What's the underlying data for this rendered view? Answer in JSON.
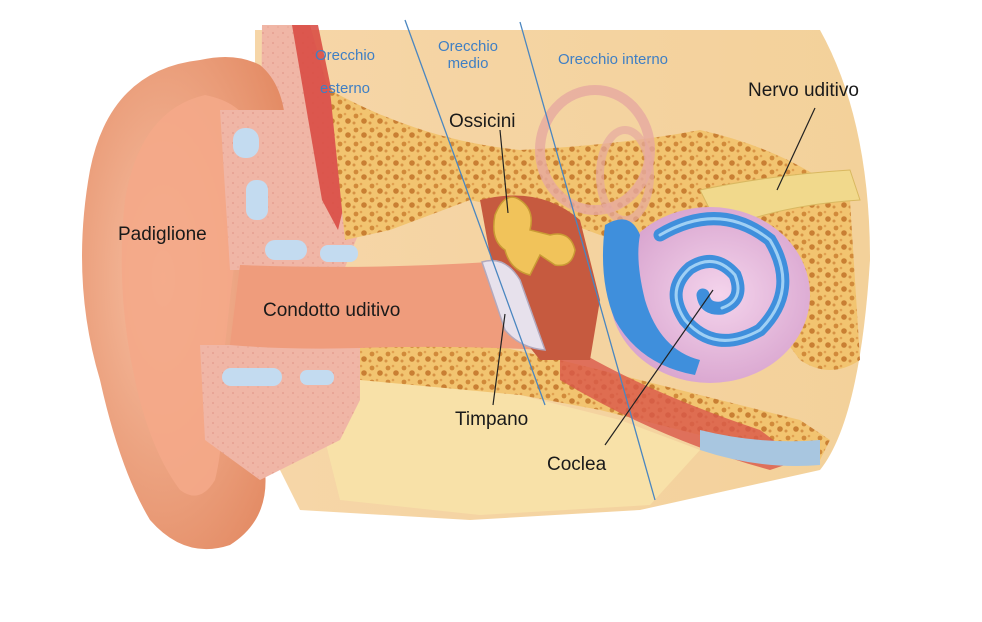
{
  "regions": {
    "outer_ear": [
      "Orecchio",
      "esterno"
    ],
    "middle_ear": [
      "Orecchio",
      "medio"
    ],
    "inner_ear": "Orecchio interno"
  },
  "labels": {
    "pinna": "Padiglione",
    "ear_canal": "Condotto uditivo",
    "ossicles": "Ossicini",
    "auditory_nerve": "Nervo uditivo",
    "eardrum": "Timpano",
    "cochlea": "Coclea"
  }
}
